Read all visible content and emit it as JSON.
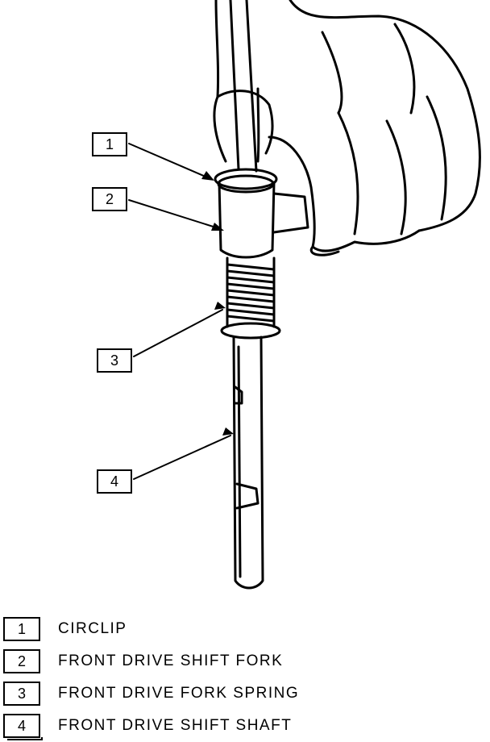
{
  "legend": {
    "items": [
      {
        "num": "1",
        "label": "CIRCLIP"
      },
      {
        "num": "2",
        "label": "FRONT DRIVE SHIFT FORK"
      },
      {
        "num": "3",
        "label": "FRONT DRIVE FORK SPRING"
      },
      {
        "num": "4",
        "label": "FRONT DRIVE SHIFT SHAFT"
      }
    ]
  },
  "callouts": [
    "1",
    "2",
    "3",
    "4"
  ]
}
